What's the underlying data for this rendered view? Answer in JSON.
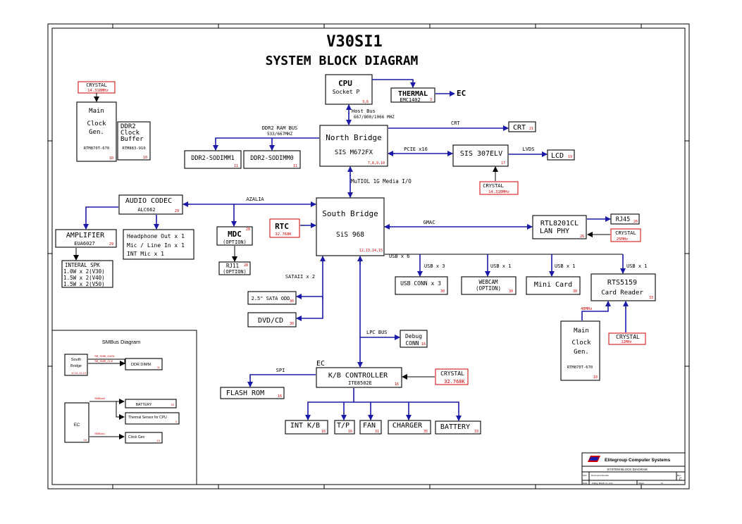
{
  "title": "V30SI1",
  "subtitle": "SYSTEM BLOCK DIAGRAM",
  "colors": {
    "arrow": "#1a1aa8",
    "note": "#d00000",
    "line": "#000000"
  },
  "blocks": {
    "cpu": {
      "name": "CPU",
      "sub": "Socket P",
      "page": "3,6"
    },
    "thermal": {
      "name": "THERMAL",
      "sub": "EMC1402",
      "page": "3"
    },
    "ec_label": "EC",
    "host_bus": {
      "line1": "Host Bus",
      "line2": "667/800/1066 MHZ"
    },
    "crystal1": {
      "name": "CRYSTAL",
      "freq": "14.318MHz"
    },
    "main_clock": {
      "l1": "Main",
      "l2": "Clock",
      "l3": "Gen.",
      "part": "RTM870T-670",
      "page": "10"
    },
    "ddr2_buf": {
      "l1": "DDR2",
      "l2": "Clock",
      "l3": "Buffer",
      "part": "RTM883-910",
      "page": "10"
    },
    "ddr2_bus": {
      "line1": "DDR2 RAM BUS",
      "line2": "533/667MHZ"
    },
    "north": {
      "name": "North Bridge",
      "sub": "SIS M672FX",
      "page": "7,8,9,10"
    },
    "crt": {
      "name": "CRT",
      "page": "21",
      "wire": "CRT"
    },
    "sodimm1": {
      "name": "DDR2-SODIMM1",
      "page": "11"
    },
    "sodimm0": {
      "name": "DDR2-SODIMM0",
      "page": "11"
    },
    "pcie": "PCIE x16",
    "sis307": {
      "name": "SIS 307ELV",
      "page": "17"
    },
    "lvds": "LVDS",
    "lcd": {
      "name": "LCD",
      "page": "19"
    },
    "crystal2": {
      "name": "CRYSTAL",
      "freq": "14.318MHz"
    },
    "mutiol": "MuTIOL 1G Media I/O",
    "audio": {
      "name": "AUDIO CODEC",
      "sub": "ALC662",
      "page": "29"
    },
    "azalia": "AZALIA",
    "south": {
      "name": "South Bridge",
      "sub": "SiS 968",
      "page": "12,13,14,15"
    },
    "rtc": {
      "name": "RTC",
      "freq": "32.768K"
    },
    "gmac": "GMAC",
    "rtl": {
      "l1": "RTL8201CL",
      "l2": "LAN PHY",
      "page": "26"
    },
    "rj45": {
      "name": "RJ45",
      "page": "26"
    },
    "crystal3": {
      "name": "CRYSTAL",
      "freq": "25MHz"
    },
    "amplifier": {
      "name": "AMPLIFIER",
      "sub": "EUA6027",
      "page": "29"
    },
    "jacks": {
      "l1": "Headphone Out x 1",
      "l2": "Mic / Line In x 1",
      "l3": "INT Mic  x 1"
    },
    "mdc": {
      "name": "MDC",
      "sub": "(OPTION)",
      "page": "28"
    },
    "rj11": {
      "name": "RJ11",
      "sub": "(OPTION)",
      "page": "28"
    },
    "spk": {
      "l1": "INTERAL SPK",
      "l2": "1.0W x 2(V30)",
      "l3": "1.5W x 2(V40)",
      "l4": "1.5W x 2(V50)"
    },
    "usb6": "USB x 6",
    "usb3w": "USB x 3",
    "usb1a": "USB x 1",
    "usb1b": "USB x 1",
    "usb1c": "USB x 1",
    "usbconn": {
      "name": "USB CONN x 3",
      "page": "30"
    },
    "webcam": {
      "name": "WEBCAM",
      "sub": "(OPTION)",
      "page": "30"
    },
    "minicard": {
      "name": "Mini Card",
      "page": "30"
    },
    "rts": {
      "l1": "RTS5159",
      "l2": "Card Reader",
      "page": "33"
    },
    "sataii": "SATAII x 2",
    "sata_odd": {
      "name": "2.5\" SATA ODD",
      "page": "30"
    },
    "dvd": {
      "name": "DVD/CD",
      "page": "30"
    },
    "lpc": "LPC BUS",
    "debug": {
      "l1": "Debug",
      "l2": "CONN",
      "page": "16"
    },
    "mainclk2": {
      "l1": "Main",
      "l2": "Clock",
      "l3": "Gen.",
      "part": "RTM870T-670",
      "page": "10",
      "freq": "48MHz"
    },
    "crystal4": {
      "name": "CRYSTAL",
      "freq": "12MHz"
    },
    "ec2_label": "EC",
    "spi": "SPI",
    "kbc": {
      "name": "K/B CONTROLLER",
      "sub": "ITE8502E",
      "page": "16"
    },
    "crystal5": {
      "name": "CRYSTAL",
      "freq": "32.768K"
    },
    "flash": {
      "name": "FLASH ROM",
      "page": "16"
    },
    "intkb": {
      "name": "INT K/B",
      "page": "16"
    },
    "tp": {
      "name": "T/P",
      "page": "16"
    },
    "fan": {
      "name": "FAN",
      "page": "31"
    },
    "charger": {
      "name": "CHARGER",
      "page": "35"
    },
    "battery": {
      "name": "BATTERY",
      "page": "33"
    },
    "smbus": {
      "title": "SMBus Diagram",
      "south_l1": "South",
      "south_l2": "Bridge",
      "south_page": "10,11,12,13",
      "sig1": "SB_SMB_DATA",
      "sig2": "SB_SMB_CLK",
      "ddr": "DDR DIMM",
      "ddr_page": "11",
      "ec": "EC",
      "ec_page": "16",
      "smbus0": "SMBus0",
      "smbus1": "SMBus1",
      "battery": "BATTERY",
      "battery_page": "33",
      "thermal": "Thermal Sensor for CPU",
      "thermal_page": "3",
      "clock": "Clock Gen",
      "clock_page": "10"
    },
    "titleblock": {
      "company": "Elitegroup Computer Systems",
      "title": "SYSTEM BLOCK DIAGRAM",
      "size": "Size",
      "doc": "Document Number",
      "date": "Date:",
      "date_val": "Friday, March xx, xxxx",
      "sheet": "Sheet",
      "of": "of",
      "rev": "Rev",
      "rev_val": "C"
    }
  }
}
